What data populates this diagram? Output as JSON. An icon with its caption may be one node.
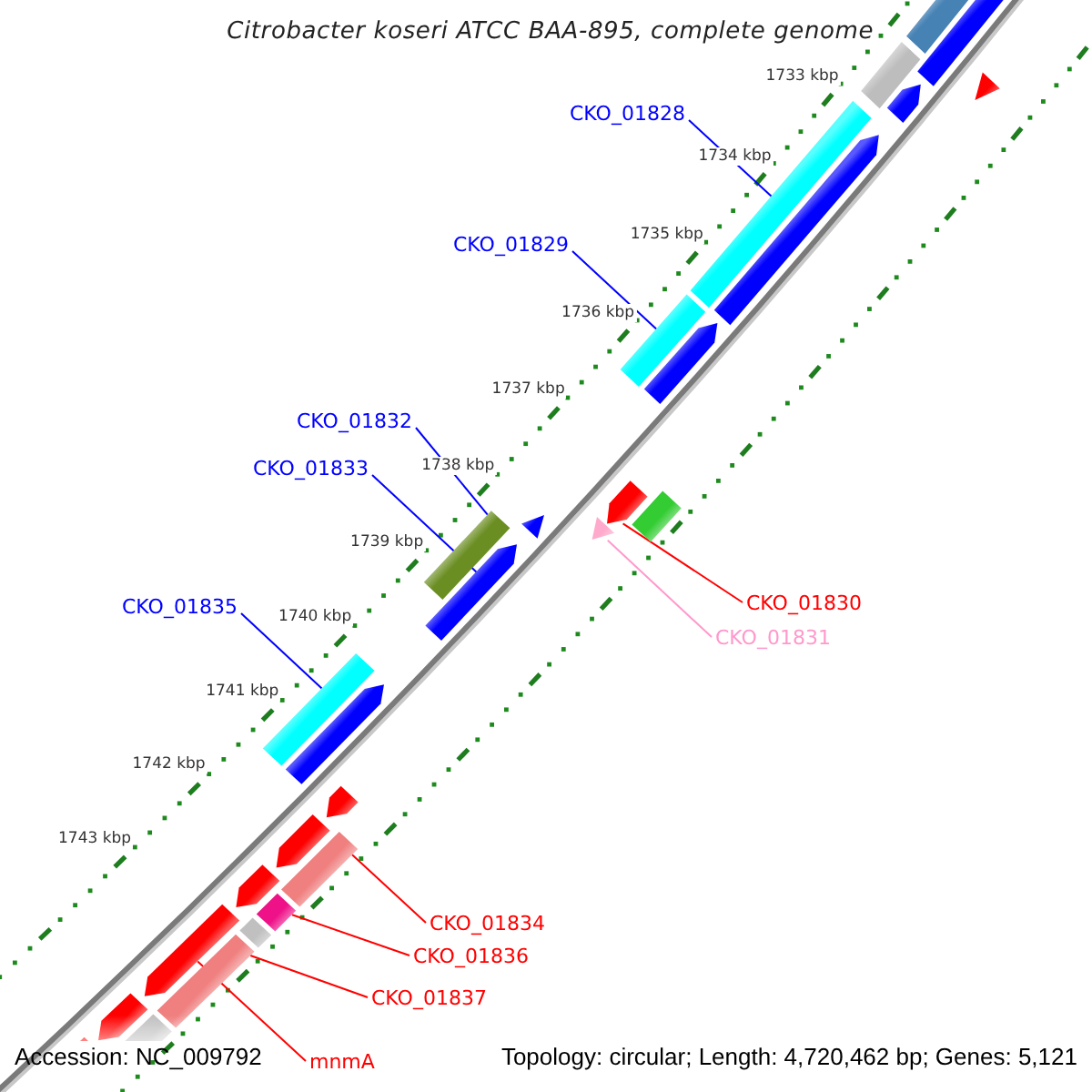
{
  "diagram": {
    "title": "Citrobacter koseri ATCC BAA-895, complete genome",
    "nodes": [
      {
        "text": [
          "CKO_01828"
        ]
      },
      {
        "text": [
          "CKO_01829"
        ]
      },
      {
        "text": [
          "CKO_01832"
        ]
      },
      {
        "text": [
          "CKO_01833"
        ]
      },
      {
        "text": [
          "CKO_01830"
        ]
      },
      {
        "text": [
          "CKO_01831"
        ]
      },
      {
        "text": [
          "CKO_01835"
        ]
      },
      {
        "text": [
          "CKO_01834"
        ]
      },
      {
        "text": [
          "CKO_01836"
        ]
      },
      {
        "text": [
          "CKO_01837"
        ]
      },
      {
        "text": [
          "mnmA"
        ]
      },
      {
        "text": [],
        "shape": "bar"
      },
      {
        "text": [],
        "shape": "arrow"
      },
      {
        "text": [],
        "shape": "bar"
      },
      {
        "text": [],
        "shape": "triangle"
      },
      {
        "text": [],
        "shape": "arrow"
      },
      {
        "text": [],
        "shape": "bar"
      },
      {
        "text": [],
        "shape": "arrow"
      },
      {
        "text": [],
        "shape": "bar"
      },
      {
        "text": [],
        "shape": "arrow"
      },
      {
        "text": [],
        "shape": "arrow"
      },
      {
        "text": [],
        "shape": "bar"
      },
      {
        "text": [],
        "shape": "triangle"
      },
      {
        "text": [],
        "shape": "triangle"
      },
      {
        "text": [],
        "shape": "bar"
      },
      {
        "text": [],
        "shape": "arrow"
      },
      {
        "text": [],
        "shape": "bar"
      },
      {
        "text": [],
        "shape": "arrow"
      },
      {
        "text": [],
        "shape": "arrow"
      },
      {
        "text": [],
        "shape": "arrow"
      },
      {
        "text": [],
        "shape": "bar"
      },
      {
        "text": [],
        "shape": "arrow"
      },
      {
        "text": [],
        "shape": "bar"
      },
      {
        "text": [],
        "shape": "bar"
      },
      {
        "text": [],
        "shape": "arrow"
      },
      {
        "text": [],
        "shape": "bar"
      },
      {
        "text": [],
        "shape": "arrow"
      },
      {
        "text": [],
        "shape": "bar"
      },
      {
        "text": [],
        "shape": "arrow"
      }
    ],
    "edges": [
      {
        "from": 0,
        "to": 16,
        "arrow": "none",
        "color": "#0000ff"
      },
      {
        "from": 1,
        "to": 18,
        "arrow": "none",
        "color": "#0000ff"
      },
      {
        "from": 2,
        "to": 24,
        "arrow": "none",
        "color": "#0000ff"
      },
      {
        "from": 3,
        "to": 25,
        "arrow": "none",
        "color": "#0000ff"
      },
      {
        "from": 4,
        "to": 20,
        "arrow": "none",
        "color": "#ff0000"
      },
      {
        "from": 5,
        "to": 22,
        "arrow": "none",
        "color": "#ff99cc"
      },
      {
        "from": 6,
        "to": 26,
        "arrow": "none",
        "color": "#0000ff"
      },
      {
        "from": 7,
        "to": 30,
        "arrow": "none",
        "color": "#ff0000"
      },
      {
        "from": 8,
        "to": 32,
        "arrow": "none",
        "color": "#ff0000"
      },
      {
        "from": 9,
        "to": 35,
        "arrow": "none",
        "color": "#ff0000"
      },
      {
        "from": 10,
        "to": 34,
        "arrow": "none",
        "color": "#ff0000"
      }
    ],
    "labels": [
      "1733 kbp",
      "1734 kbp",
      "1735 kbp",
      "1736 kbp",
      "1737 kbp",
      "1738 kbp",
      "1739 kbp",
      "1740 kbp",
      "1741 kbp",
      "1742 kbp",
      "1743 kbp",
      "Accession: NC_009792",
      "Topology: circular; Length: 4,720,462 bp; Genes: 5,121"
    ]
  }
}
